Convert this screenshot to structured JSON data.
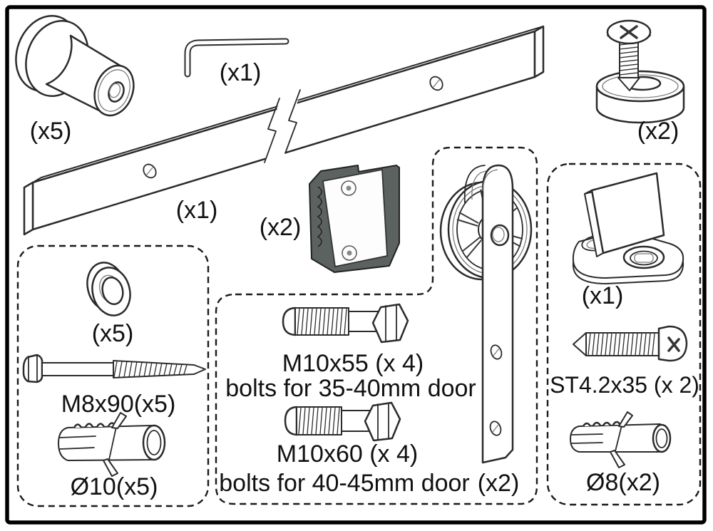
{
  "diagram": {
    "background": "#ffffff",
    "line_color": "#2b2b2b",
    "dark_fill": "#5c625f",
    "parts": {
      "wall_spacer_qty": "(x5)",
      "allen_key_qty": "(x1)",
      "rail_qty": "(x1)",
      "cap_screw_qty": "(x2)",
      "door_stop_qty": "(x2)",
      "roller_hanger_qty": "(x2)",
      "floor_guide_qty": "(x1)",
      "washer_qty": "(x5)",
      "lag_screw_label": "M8x90(x5)",
      "wall_anchor_10_label": "Ø10(x5)",
      "bolt_55_label": "M10x55 (x 4)",
      "bolt_55_desc": "bolts  for 35-40mm door",
      "bolt_60_label": "M10x60 (x 4)",
      "bolt_60_desc": "bolts  for 40-45mm door",
      "self_tapping_screw_label": "ST4.2x35 (x 2)",
      "wall_anchor_8_label": "Ø8(x2)"
    }
  }
}
